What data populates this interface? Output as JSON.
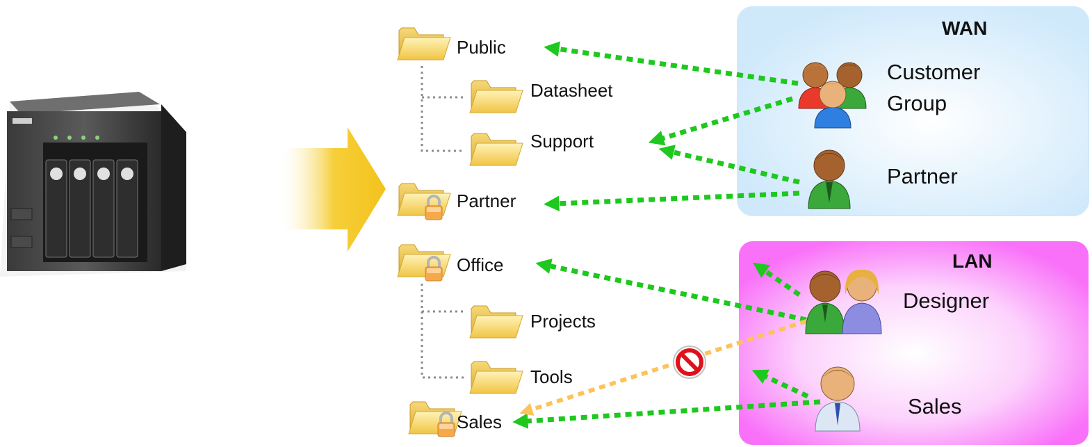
{
  "folders": {
    "public": "Public",
    "datasheet": "Datasheet",
    "support": "Support",
    "partner": "Partner",
    "office": "Office",
    "projects": "Projects",
    "tools": "Tools",
    "sales": "Sales"
  },
  "zones": {
    "wan": {
      "title": "WAN",
      "groups": {
        "customer_line1": "Customer",
        "customer_line2": "Group",
        "partner": "Partner"
      }
    },
    "lan": {
      "title": "LAN",
      "groups": {
        "designer": "Designer",
        "sales": "Sales"
      }
    }
  },
  "colors": {
    "wan_zone": "#d3ecfb",
    "lan_zone": "#fb7cfb",
    "allowed_arrow": "#1ec81e",
    "denied_arrow": "#fbc35a",
    "big_arrow": "#f6cf3a",
    "folder": "#f5d566"
  }
}
